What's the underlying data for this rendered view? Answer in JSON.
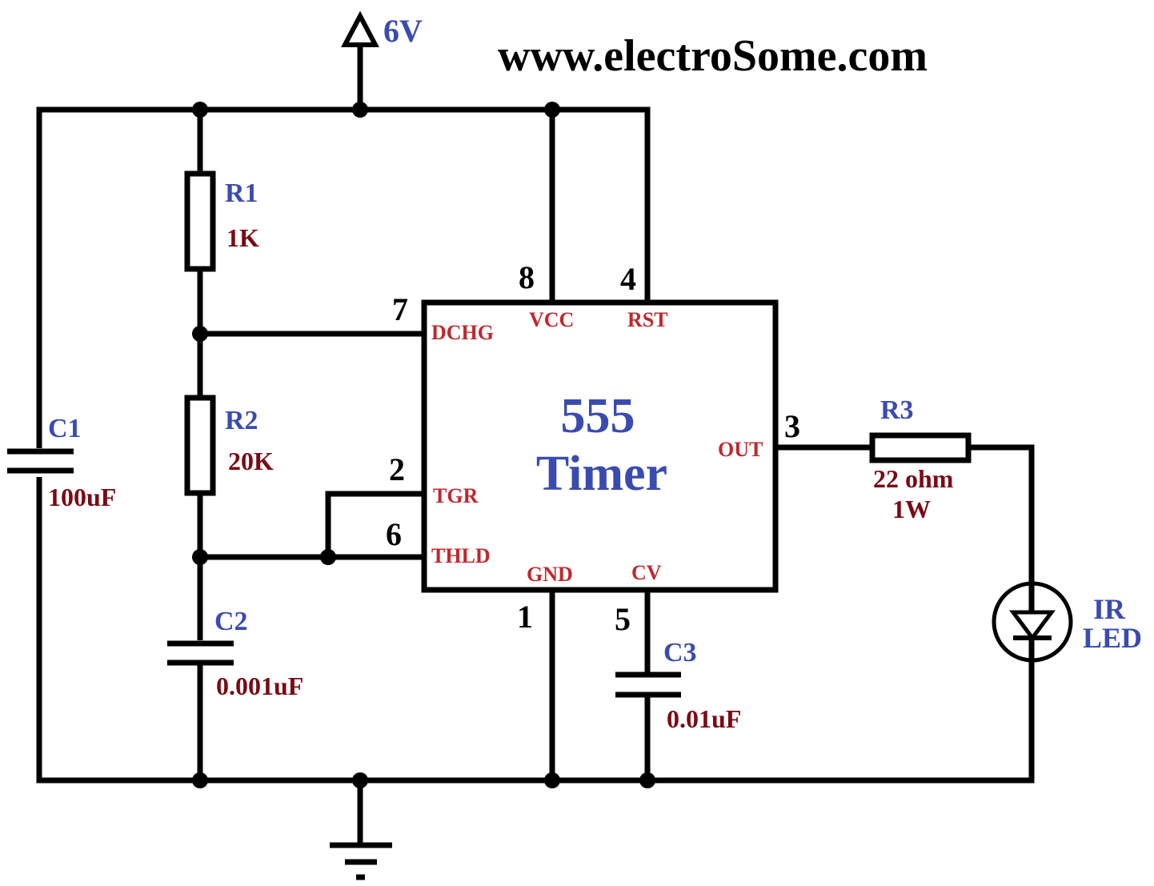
{
  "website": "www.electroSome.com",
  "supply": {
    "label": "6V"
  },
  "ic": {
    "title_line1": "555",
    "title_line2": "Timer",
    "pins": {
      "dchg": {
        "number": "7",
        "name": "DCHG"
      },
      "vcc": {
        "number": "8",
        "name": "VCC"
      },
      "rst": {
        "number": "4",
        "name": "RST"
      },
      "out": {
        "number": "3",
        "name": "OUT"
      },
      "tgr": {
        "number": "2",
        "name": "TGR"
      },
      "thld": {
        "number": "6",
        "name": "THLD"
      },
      "gnd": {
        "number": "1",
        "name": "GND"
      },
      "cv": {
        "number": "5",
        "name": "CV"
      }
    }
  },
  "components": {
    "r1": {
      "ref": "R1",
      "value": "1K"
    },
    "r2": {
      "ref": "R2",
      "value": "20K"
    },
    "r3": {
      "ref": "R3",
      "value_line1": "22 ohm",
      "value_line2": "1W"
    },
    "c1": {
      "ref": "C1",
      "value": "100uF"
    },
    "c2": {
      "ref": "C2",
      "value": "0.001uF"
    },
    "c3": {
      "ref": "C3",
      "value": "0.01uF"
    },
    "led": {
      "ref_line1": "IR",
      "ref_line2": "LED"
    }
  },
  "colors": {
    "reference_label": "#3a4bb0",
    "value_label": "#7a0a14",
    "pin_name": "#c0282c",
    "wire": "#000000"
  }
}
